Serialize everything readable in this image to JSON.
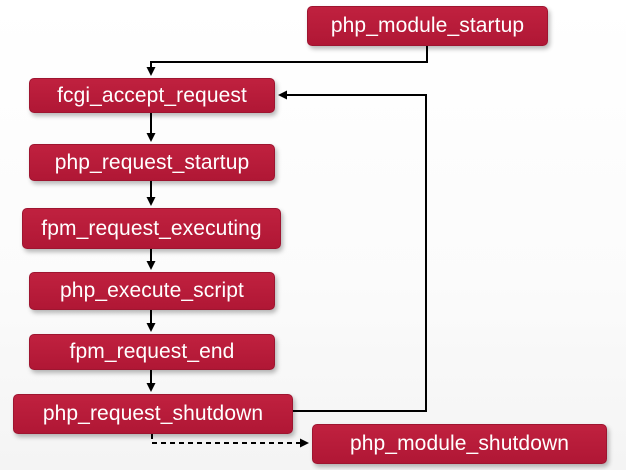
{
  "nodes": {
    "module_startup": "php_module_startup",
    "accept_request": "fcgi_accept_request",
    "request_startup": "php_request_startup",
    "request_executing": "fpm_request_executing",
    "execute_script": "php_execute_script",
    "request_end": "fpm_request_end",
    "request_shutdown": "php_request_shutdown",
    "module_shutdown": "php_module_shutdown"
  },
  "colors": {
    "node_fill": "#b81c3a",
    "node_text": "#ffffff",
    "arrow": "#000000"
  }
}
